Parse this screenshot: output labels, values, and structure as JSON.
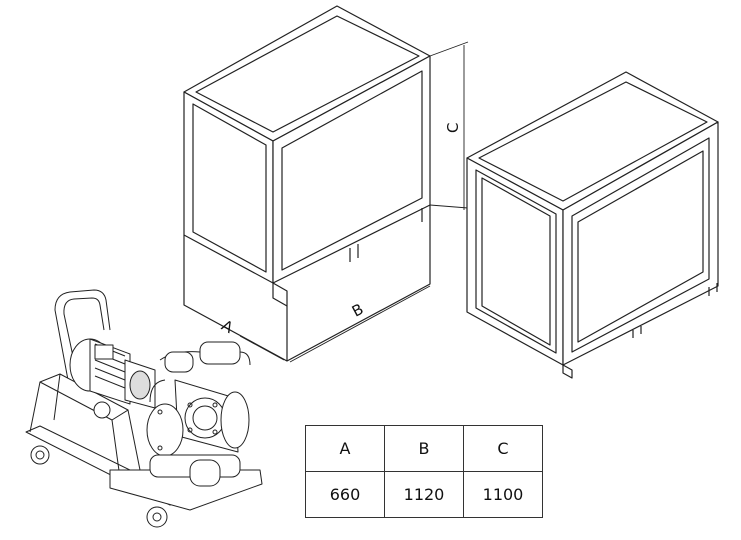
{
  "dimension_labels": {
    "a": "A",
    "b": "B",
    "c": "C"
  },
  "table": {
    "headers": [
      "A",
      "B",
      "C"
    ],
    "values": [
      "660",
      "1120",
      "1100"
    ]
  }
}
